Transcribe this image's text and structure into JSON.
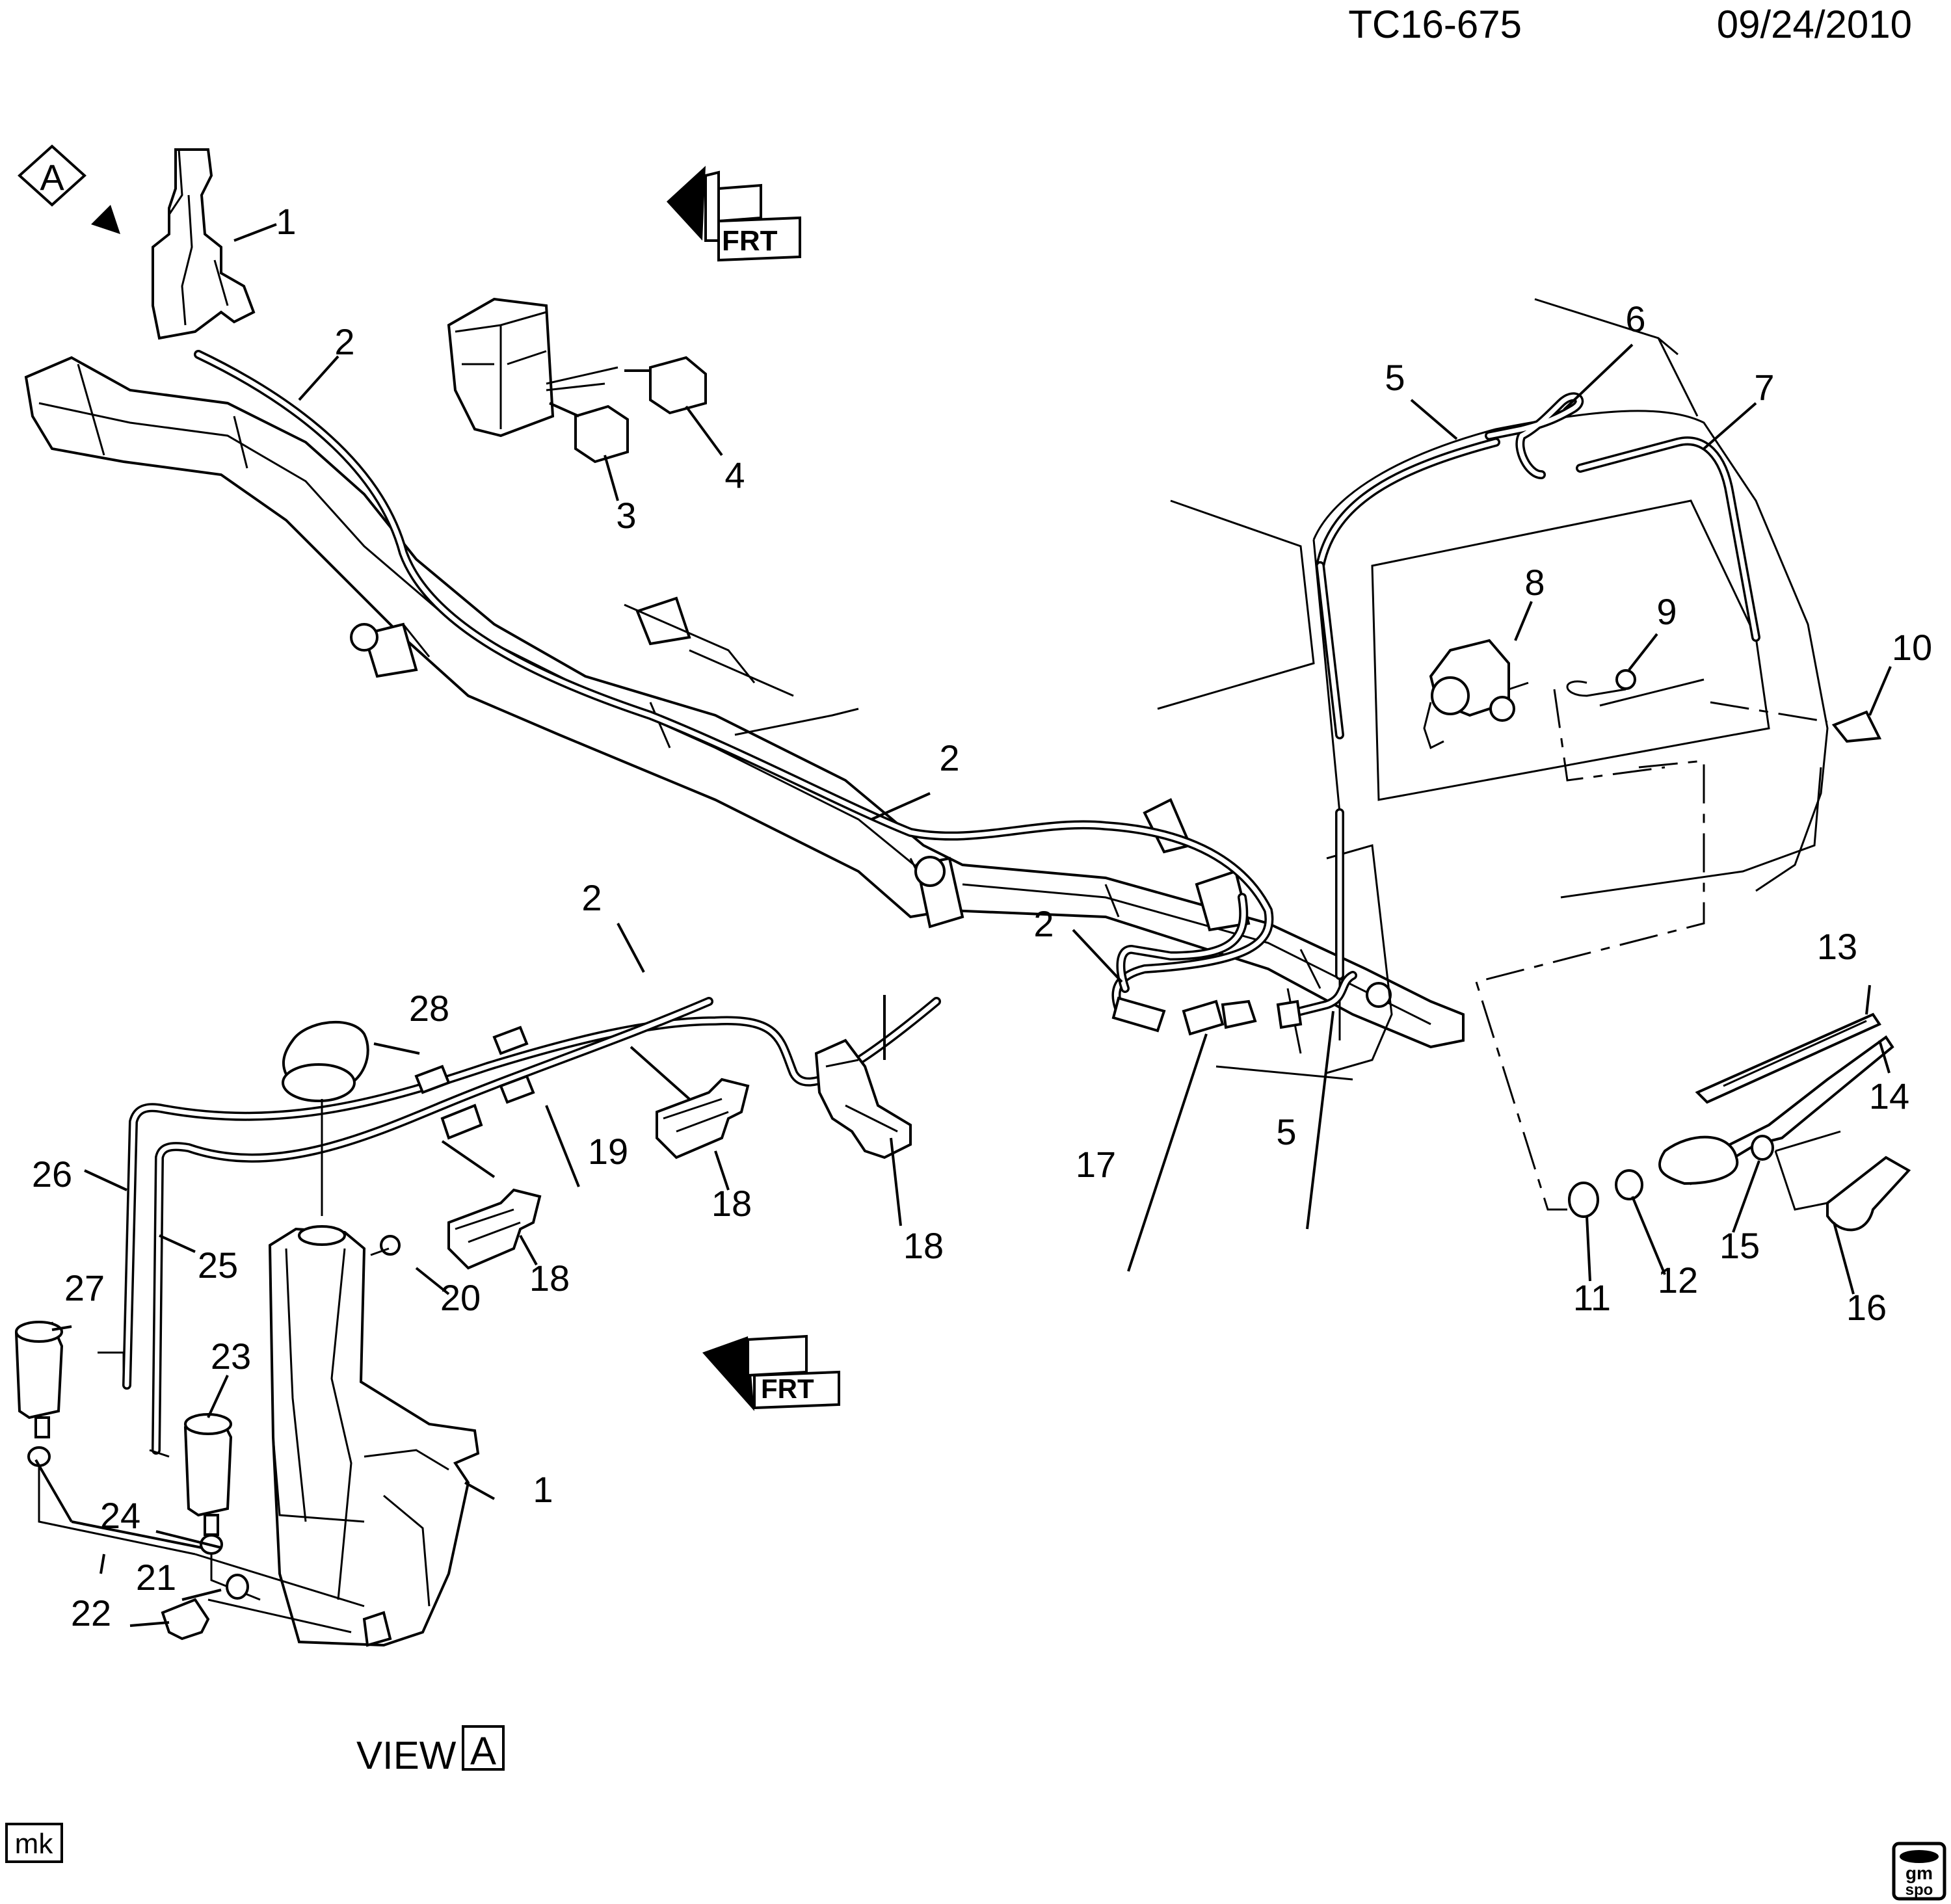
{
  "header": {
    "code": "TC16-675",
    "date": "09/24/2010"
  },
  "view": {
    "prefix": "VIEW",
    "letter": "A"
  },
  "view_marker": {
    "letter": "A"
  },
  "frt_label": "FRT",
  "footer": {
    "initials": "mk",
    "logo_top": "gm",
    "logo_bottom": "spo"
  },
  "callouts": {
    "c1a": "1",
    "c1b": "1",
    "c2a": "2",
    "c2b": "2",
    "c2c": "2",
    "c2d": "2",
    "c3": "3",
    "c4": "4",
    "c5a": "5",
    "c5b": "5",
    "c6": "6",
    "c7": "7",
    "c8": "8",
    "c9": "9",
    "c10": "10",
    "c11": "11",
    "c12": "12",
    "c13": "13",
    "c14": "14",
    "c15": "15",
    "c16": "16",
    "c17": "17",
    "c18a": "18",
    "c18b": "18",
    "c18c": "18",
    "c19": "19",
    "c20": "20",
    "c21": "21",
    "c22": "22",
    "c23": "23",
    "c24": "24",
    "c25": "25",
    "c26": "26",
    "c27": "27",
    "c28": "28"
  }
}
